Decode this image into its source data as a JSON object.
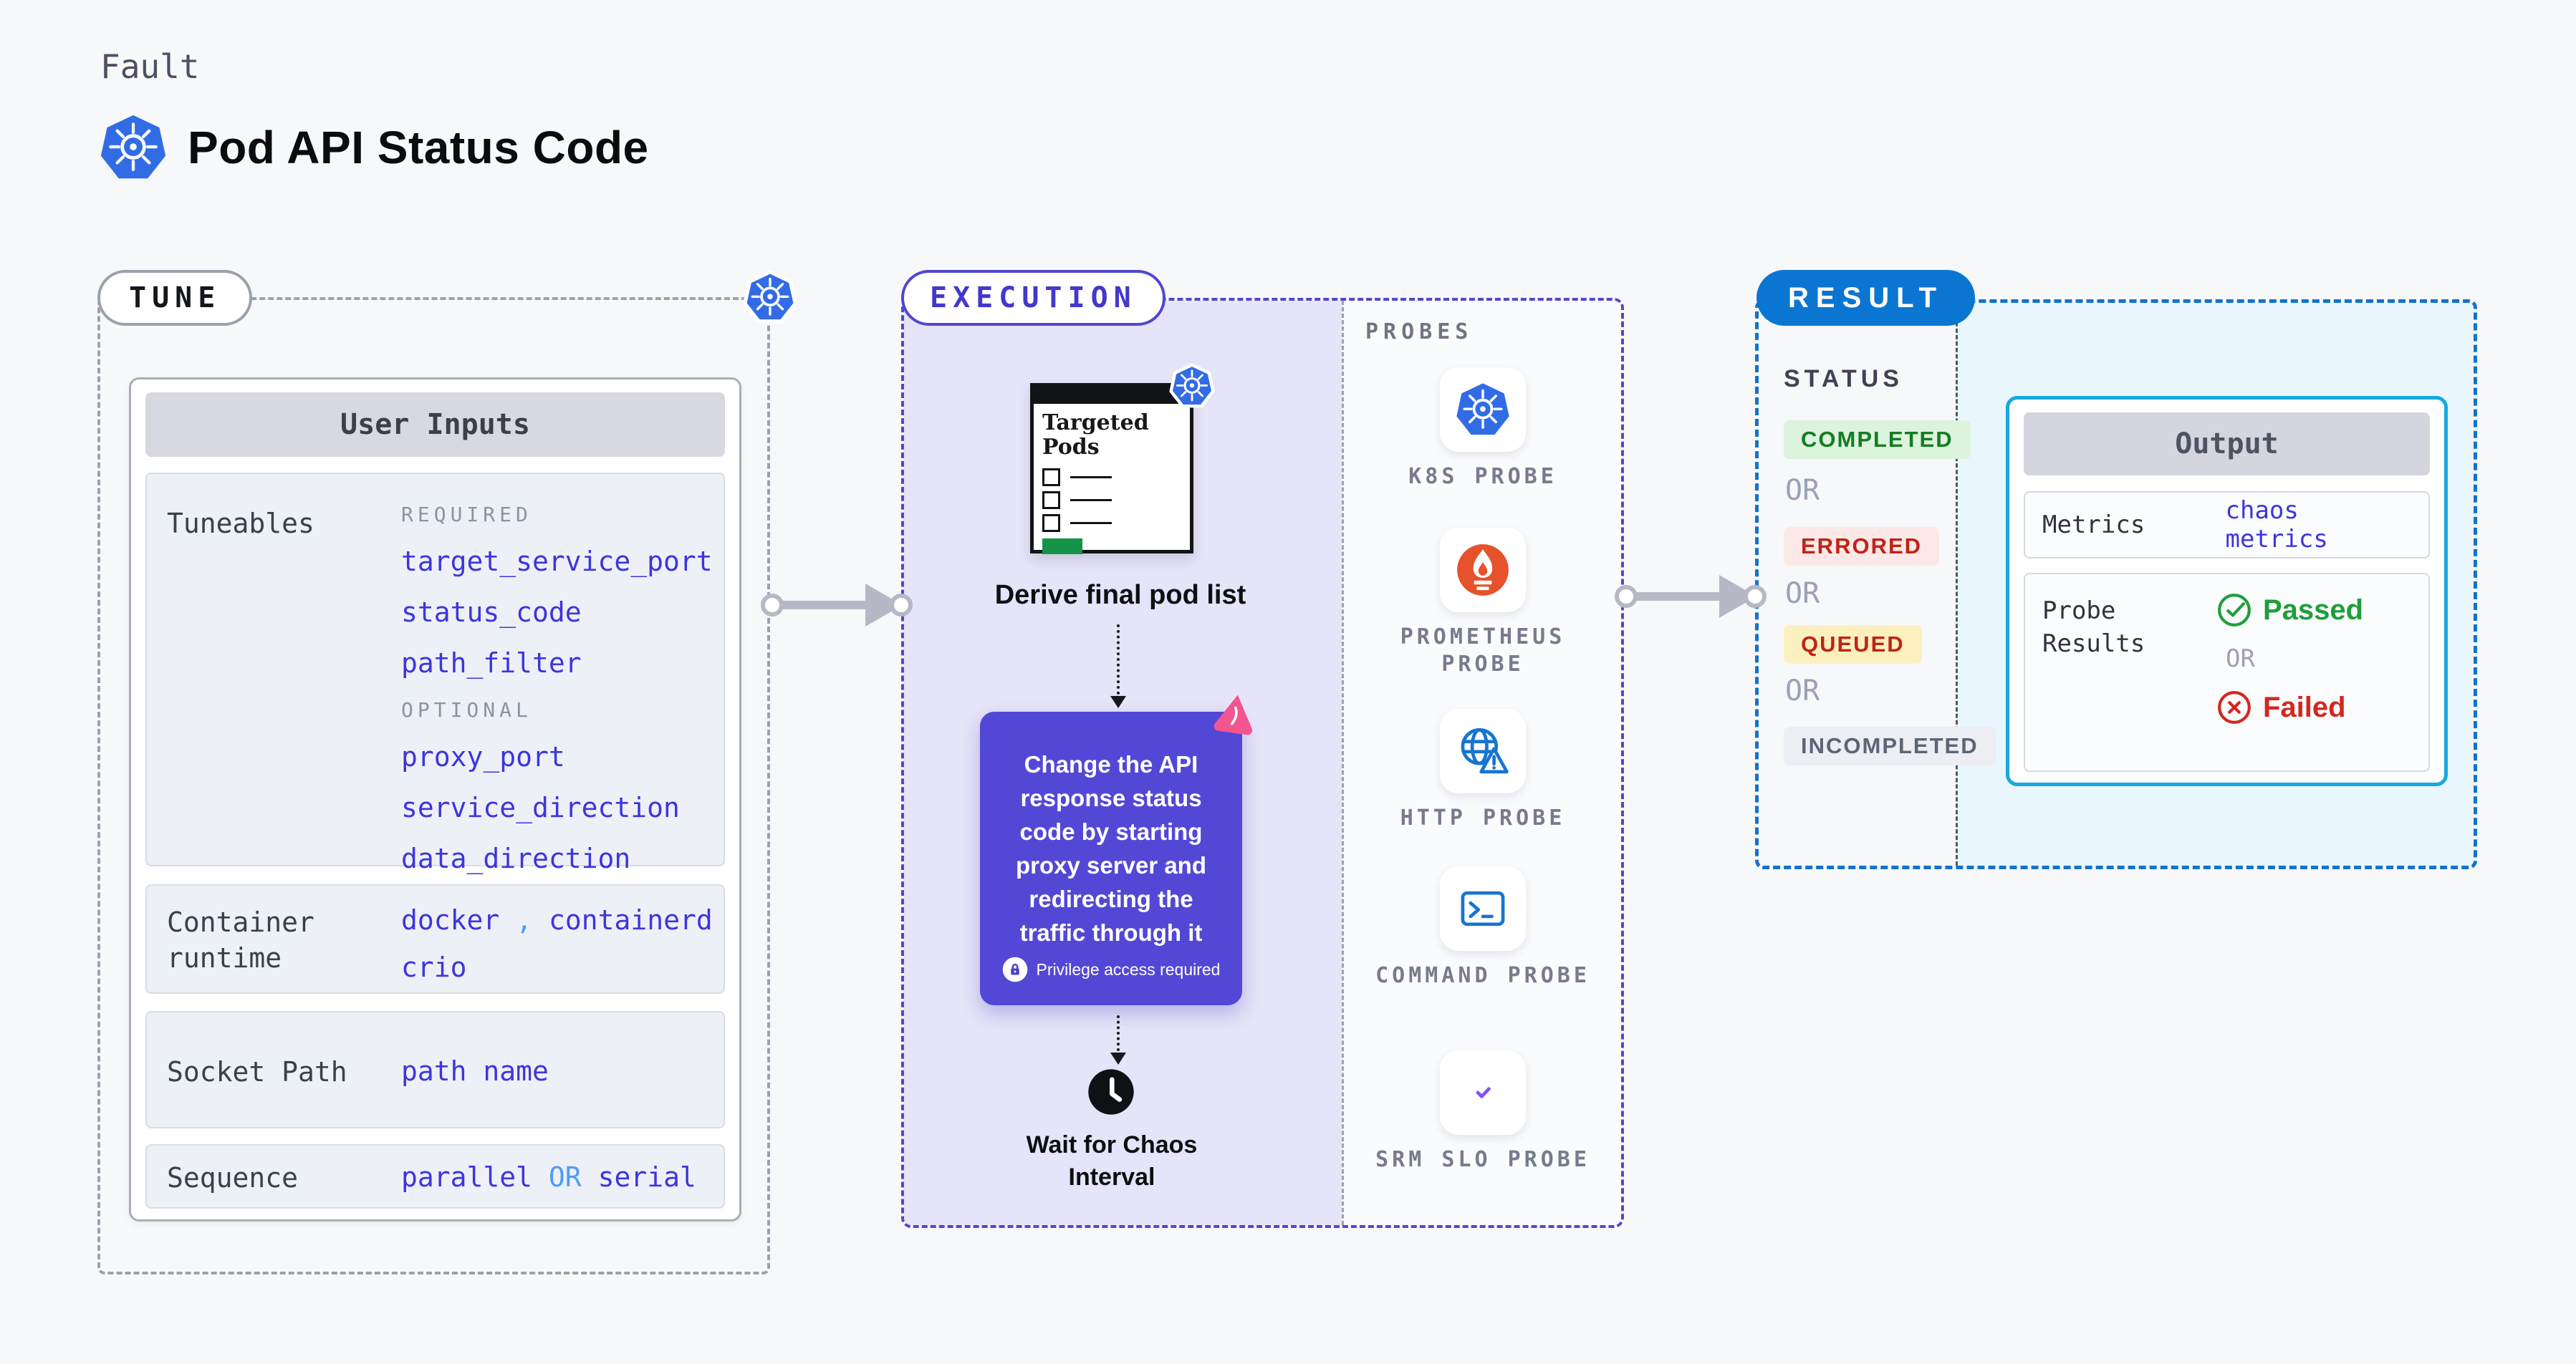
{
  "header": {
    "kicker": "Fault",
    "title": "Pod API Status Code",
    "icon": "kubernetes-logo"
  },
  "tune": {
    "label": "TUNE",
    "user_inputs": {
      "title": "User Inputs",
      "tuneables": {
        "label": "Tuneables",
        "required_label": "REQUIRED",
        "required_fields": [
          "target_service_port",
          "status_code",
          "path_filter"
        ],
        "optional_label": "OPTIONAL",
        "optional_fields": [
          "proxy_port",
          "service_direction",
          "data_direction"
        ]
      },
      "container_runtime": {
        "label": "Container runtime",
        "values": [
          "docker",
          "containerd",
          "crio"
        ],
        "separator": ","
      },
      "socket_path": {
        "label": "Socket Path",
        "value": "path name"
      },
      "sequence": {
        "label": "Sequence",
        "value_left": "parallel",
        "value_or": "OR",
        "value_right": "serial"
      }
    }
  },
  "execution": {
    "label": "EXECUTION",
    "targeted_pods_title": "Targeted Pods",
    "derive_step": "Derive final pod list",
    "action_step": "Change the API response status code by starting proxy server and redirecting the traffic through it",
    "privilege_note": "Privilege access required",
    "wait_step": "Wait for Chaos Interval"
  },
  "probes": {
    "label": "PROBES",
    "items": [
      {
        "icon": "kubernetes-logo",
        "label": "K8S PROBE"
      },
      {
        "icon": "prometheus-logo",
        "label": "PROMETHEUS PROBE"
      },
      {
        "icon": "globe-alert",
        "label": "HTTP PROBE"
      },
      {
        "icon": "terminal",
        "label": "COMMAND PROBE"
      },
      {
        "icon": "slo-donut-check",
        "label": "SRM SLO PROBE"
      }
    ]
  },
  "result": {
    "label": "RESULT",
    "status_label": "STATUS",
    "or_label": "OR",
    "statuses": [
      {
        "label": "COMPLETED",
        "text_color": "#157d22",
        "bg_color": "#dcf3de"
      },
      {
        "label": "ERRORED",
        "text_color": "#c02317",
        "bg_color": "#fce9e7"
      },
      {
        "label": "QUEUED",
        "text_color": "#c02317",
        "bg_color": "#fdf0bf"
      },
      {
        "label": "INCOMPLETED",
        "text_color": "#5d6475",
        "bg_color": "#eceef4"
      }
    ],
    "output": {
      "title": "Output",
      "metrics_label": "Metrics",
      "metrics_value": "chaos metrics",
      "probe_results_label": "Probe Results",
      "passed_label": "Passed",
      "or_label": "OR",
      "failed_label": "Failed"
    }
  },
  "colors": {
    "page_bg": "#f7f8fa",
    "kubernetes_blue": "#326ce5",
    "tune_border_gray": "#9ba1ac",
    "execution_accent": "#5048cf",
    "execution_fill": "#e5e4f8",
    "action_card_purple": "#5348d5",
    "chaos_pink": "#f2558f",
    "probe_icon_blue": "#1774d1",
    "prometheus_orange": "#e6522c",
    "result_pill_blue": "#0b76d1",
    "result_border_blue": "#1273cb",
    "result_fill_blue": "#e9f6fd",
    "output_border_cyan": "#18a9e0",
    "value_indigo": "#3d35dd",
    "value_light_blue": "#4f9cf5",
    "passed_green": "#1f9e3a",
    "failed_red": "#d3281e",
    "targeted_pods_green": "#169349",
    "arrow_gray": "#b6b8c6"
  }
}
